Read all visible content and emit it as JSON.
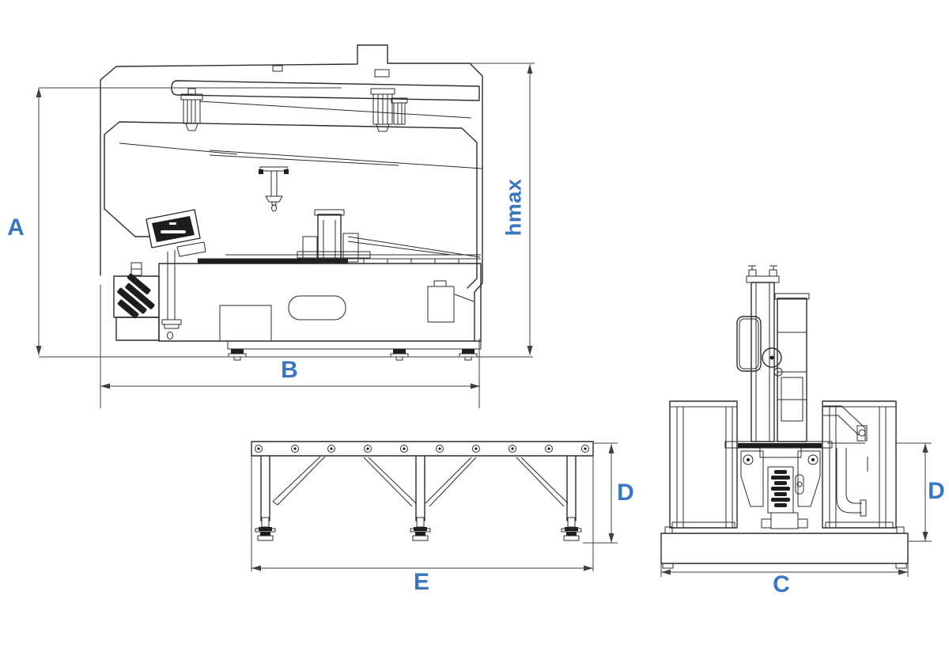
{
  "page": {
    "description": "Dimensional line drawing of a horizontal band saw machine, three views",
    "background_color": "#ffffff",
    "line_color": "#2b2b2b",
    "label_color": "#3a75c0"
  },
  "views": {
    "side": {
      "name": "side view",
      "dims": {
        "left_vertical": "A",
        "bottom_horizontal": "B",
        "right_vertical": "hmax"
      }
    },
    "roller_table": {
      "name": "roller table view",
      "roller_bolt_count": 10,
      "leg_count": 3,
      "dims": {
        "bottom_horizontal": "E",
        "right_vertical": "D"
      }
    },
    "front": {
      "name": "front view",
      "dims": {
        "bottom_horizontal": "C",
        "right_vertical": "D"
      }
    }
  }
}
